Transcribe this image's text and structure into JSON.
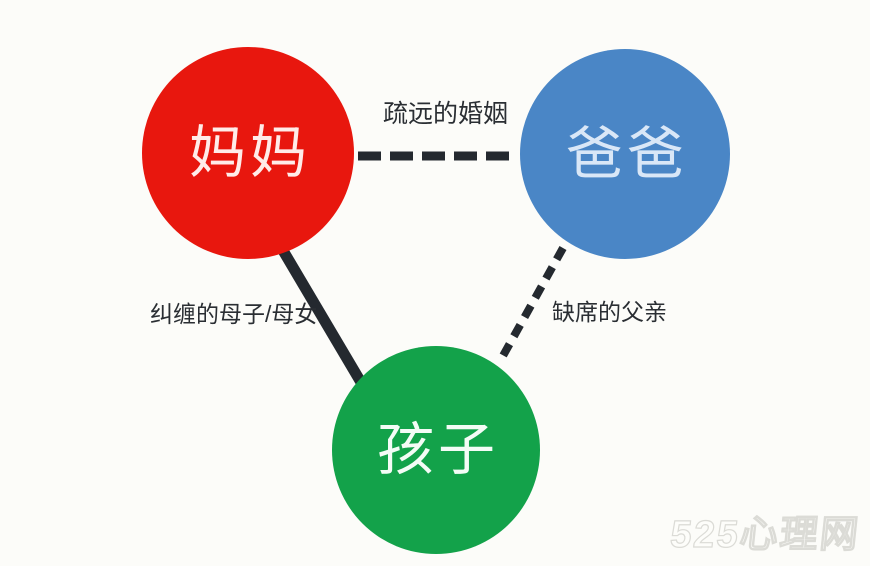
{
  "diagram": {
    "nodes": [
      {
        "id": "mom",
        "label": "妈妈",
        "color": "#e8170e",
        "text_color": "#ffece9"
      },
      {
        "id": "dad",
        "label": "爸爸",
        "color": "#4a86c6",
        "text_color": "#d9e7f7"
      },
      {
        "id": "child",
        "label": "孩子",
        "color": "#13a24a",
        "text_color": "#f4fcf6"
      }
    ],
    "edges": [
      {
        "from": "mom",
        "to": "dad",
        "label": "疏远的婚姻",
        "style": "dashed"
      },
      {
        "from": "mom",
        "to": "child",
        "label": "纠缠的母子/母女",
        "style": "solid"
      },
      {
        "from": "dad",
        "to": "child",
        "label": "缺席的父亲",
        "style": "dashed"
      }
    ],
    "colors": {
      "line": "#24292f",
      "label_text": "#2a2e33",
      "background": "#fcfcf9"
    },
    "watermark": "525心理网"
  }
}
